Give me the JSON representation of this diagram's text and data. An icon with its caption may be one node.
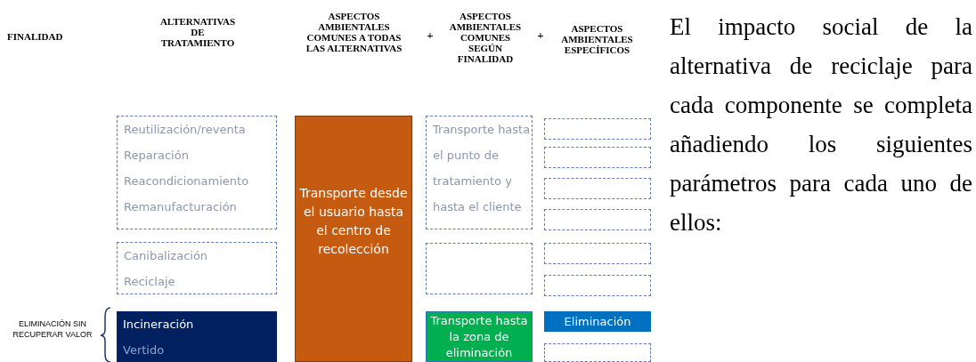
{
  "diagram": {
    "nodes": [
      {
        "text": [
          "Reutilización/reventa",
          "Reparación",
          "Reacondicionamiento",
          "Remanufacturación"
        ]
      },
      {
        "text": [
          "Canibalización",
          "Reciclaje"
        ]
      },
      {
        "text": [
          "Incineración",
          "Vertido"
        ]
      },
      {
        "text": [
          "Transporte desde el usuario hasta el centro de recolección"
        ]
      },
      {
        "text": [
          "Transporte hasta el punto de tratamiento y hasta el cliente"
        ]
      },
      {
        "text": [],
        "shape": "box"
      },
      {
        "text": [
          "Transporte hasta la zona de eliminación"
        ]
      },
      {
        "text": [],
        "shape": "box"
      },
      {
        "text": [],
        "shape": "box"
      },
      {
        "text": [],
        "shape": "box"
      },
      {
        "text": [],
        "shape": "box"
      },
      {
        "text": [],
        "shape": "box"
      },
      {
        "text": [],
        "shape": "box"
      },
      {
        "text": [
          "Eliminación"
        ]
      },
      {
        "text": [],
        "shape": "box"
      }
    ],
    "labels": [
      "FINALIDAD",
      "ALTERNATIVAS DE TRATAMIENTO",
      "ASPECTOS AMBIENTALES COMUNES A TODAS LAS ALTERNATIVAS",
      "+",
      "ASPECTOS AMBIENTALES COMUNES SEGÚN FINALIDAD",
      "+",
      "ASPECTOS AMBIENTALES ESPECÍFICOS",
      "El impacto social de la alternativa de reciclaje para cada componente se completa añadiendo los siguientes parámetros para cada uno de ellos:",
      "ELIMINACIÓN SIN RECUPERAR VALOR"
    ]
  }
}
